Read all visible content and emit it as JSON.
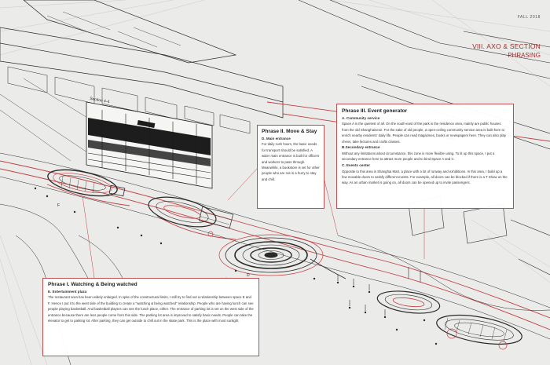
{
  "header": {
    "date": "FALL 2018",
    "title": "VIII. AXO & SECTION",
    "subtitle": "PHRASING"
  },
  "drawing": {
    "section_label": "Section 4-4",
    "marker_d": "D",
    "marker_f": "F"
  },
  "phase1": {
    "title": "Phrase I. Watching & Being watched",
    "subtitle": "E. Entertainment plaza",
    "body": "The restaurant area has been widely enlarged. In spite of the constructural limits, I still try to find out a relationship between space E and F. Hence I put it to the west side of the building to create a \"watching & being watched\" relationship. People who are having lunch can see people playing basketball. And basketball players can see the lunch place, either. The entrance of parking lot is set on the west side of the entrance because there are less people come from this side. The parking lot area is improved to satisfy basic needs. People can take the elevator to get to parking lot. After parking, they can get outside to chill out in the skate park. This is the place with most sunlight."
  },
  "phase2": {
    "title": "Phrase II. Move & Stay",
    "subtitle": "D. Main entrance",
    "body": "For daily rush hours, the basic needs for transport should be satisfied. A wider main entrance is built for officers and workers to pass through. Meanwhile, a bookstore is set for other people who are not in a hurry to stay and chill."
  },
  "phase3": {
    "title": "Phrase III. Event generator",
    "sections": [
      {
        "heading": "A. Community service",
        "body": "Space A is the quietest of all. On the south-east of the park is the residence area, mainly are public houses from the old Shanghainese. For the sake of old people, a open-ceiling community service area is built here to enrich nearby residents' daily life. People can read magazines, books or newspapers here. They can also play chess, take lectures and crafts classes."
      },
      {
        "heading": "B.Secondary entrance",
        "body": "Without any limitations about circumstance, this zone is more flexible using. To lit up this space, I put a secondary entrance here to attract more people and to bind Space A and C."
      },
      {
        "heading": "C. Events center",
        "body": "Opposite to this area is Shanghai Mart, a place with a lot of runway and exhibitions. In this area, I build up a few movable doors to satisfy different events. For example, all doors can be blocked if there is a T Show on the way. As an urban market is going on, all doors can be opened up to invite passengers."
      }
    ]
  },
  "colors": {
    "accent_red": "#c04040",
    "title_red": "#9a3030",
    "background": "#ebebea",
    "line": "#2a2a2a"
  }
}
